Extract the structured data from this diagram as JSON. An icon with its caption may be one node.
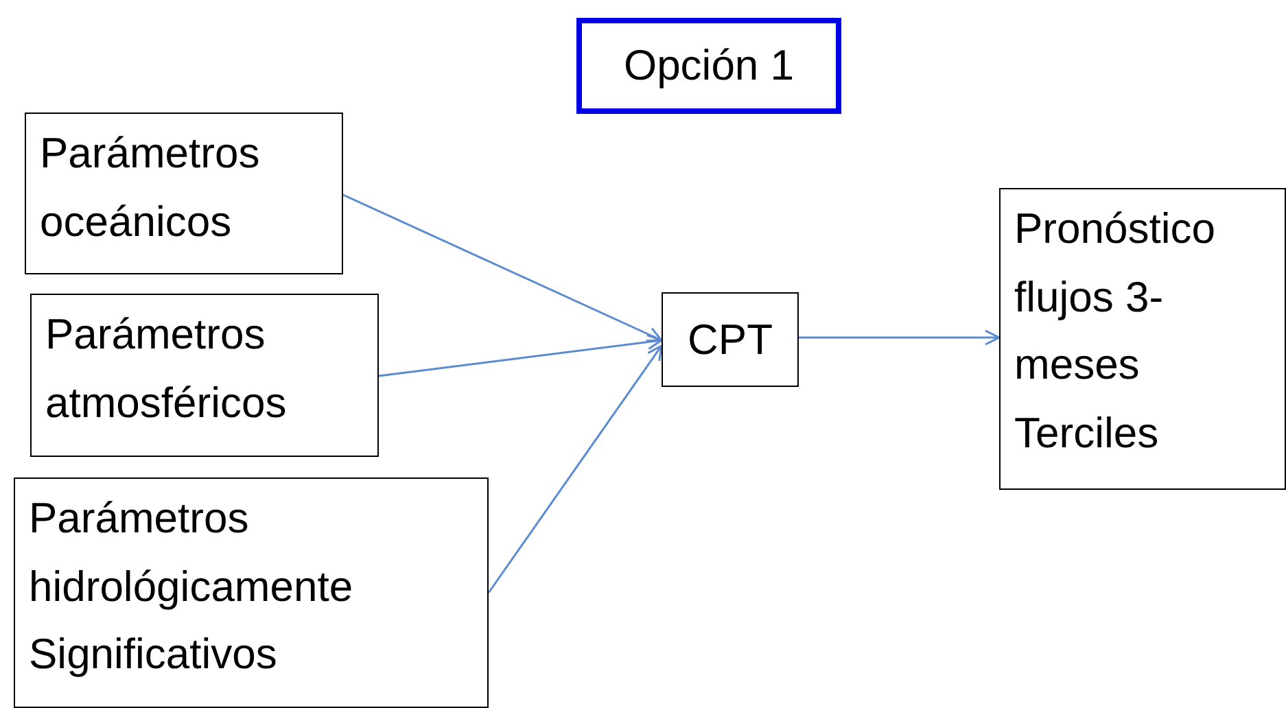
{
  "diagram": {
    "title": "Opción 1",
    "nodes": [
      {
        "text": [
          "Parámetros oceánicos"
        ]
      },
      {
        "text": [
          "Parámetros atmosféricos"
        ]
      },
      {
        "text": [
          "Parámetros hidrológicamente Significativos"
        ]
      },
      {
        "text": [
          "CPT"
        ]
      },
      {
        "text": [
          "Pronóstico flujos 3-meses Terciles"
        ]
      }
    ],
    "edges": [
      {
        "from": 0,
        "to": 3,
        "arrow": "to"
      },
      {
        "from": 1,
        "to": 3,
        "arrow": "to"
      },
      {
        "from": 2,
        "to": 3,
        "arrow": "to"
      },
      {
        "from": 3,
        "to": 4,
        "arrow": "to"
      }
    ]
  }
}
